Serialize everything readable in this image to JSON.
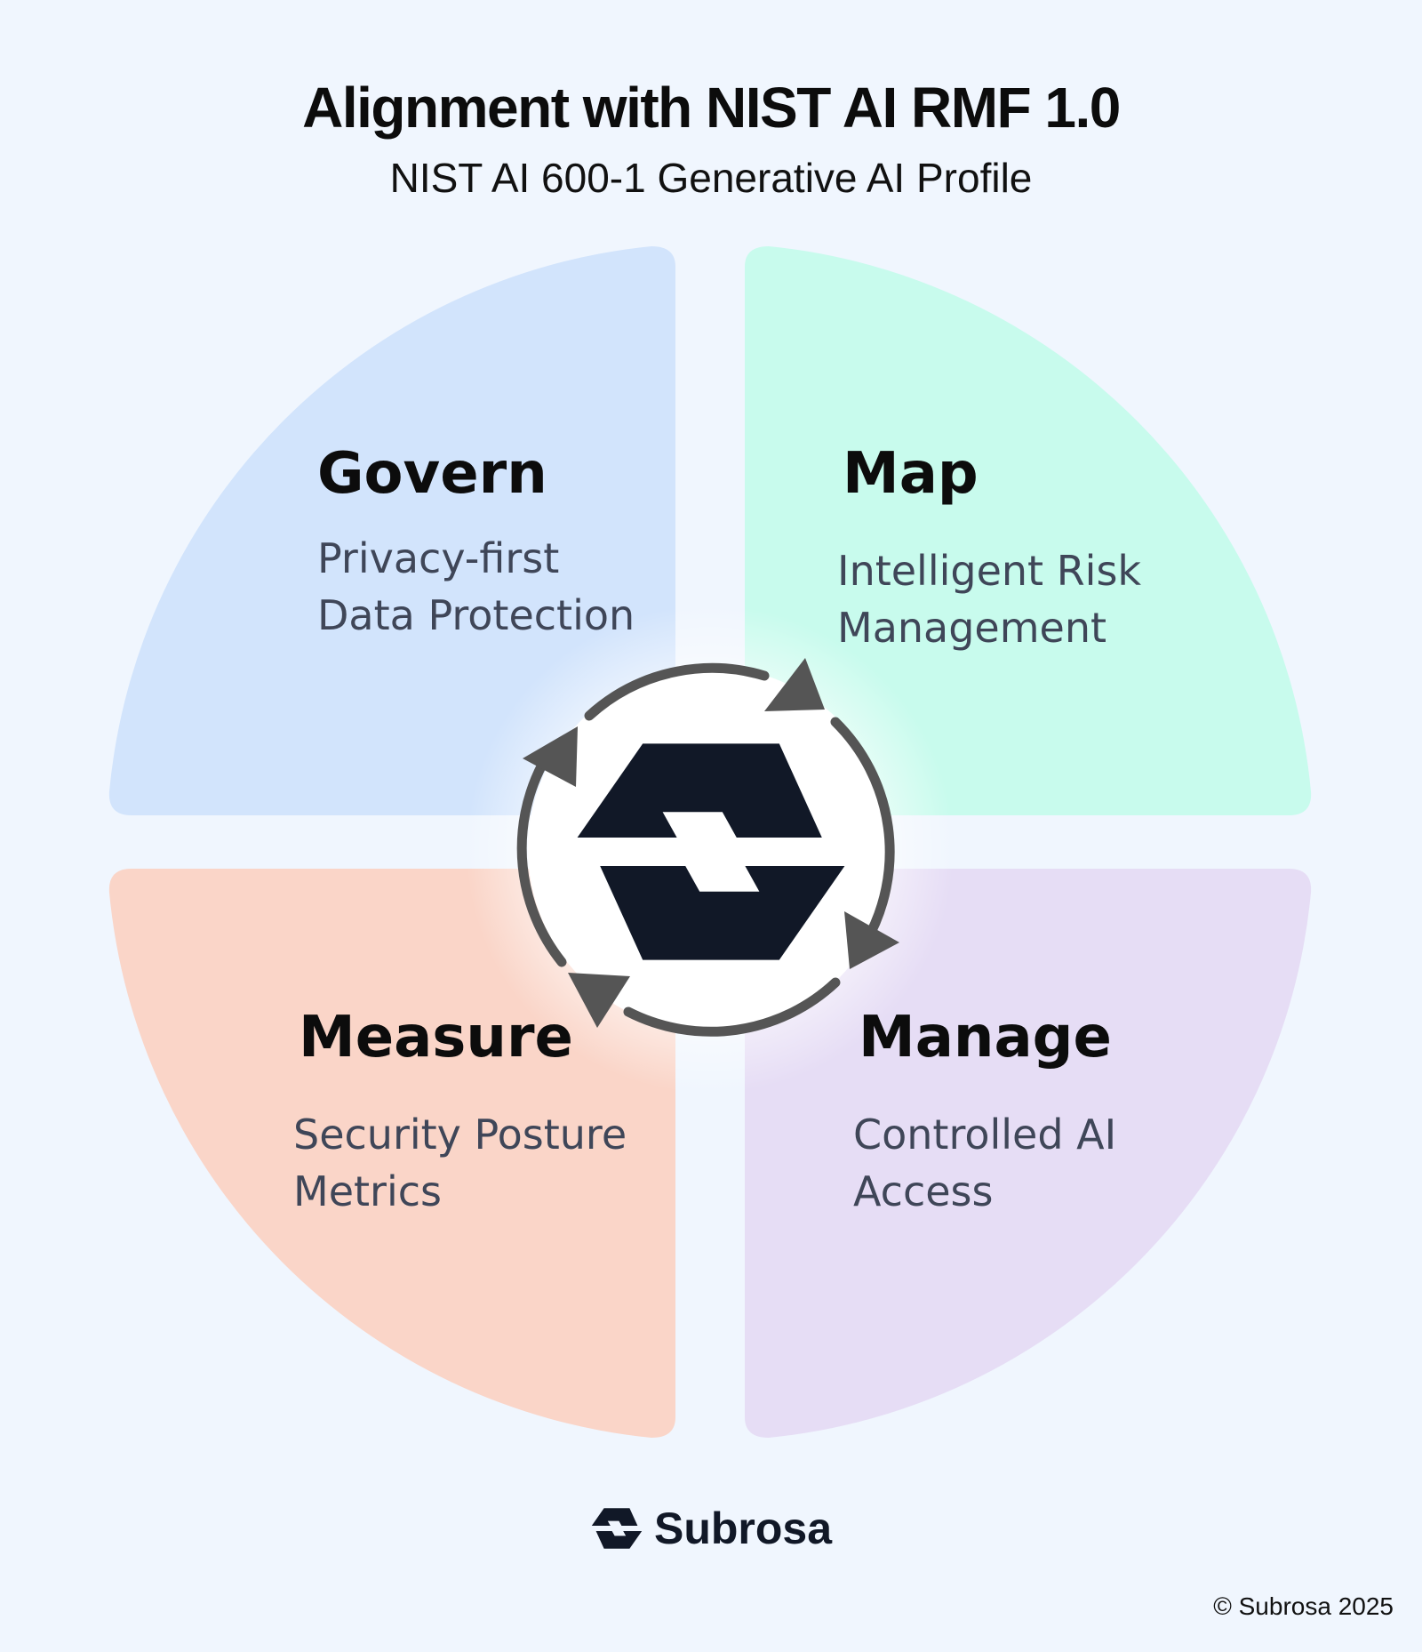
{
  "header": {
    "title": "Alignment with NIST AI RMF 1.0",
    "subtitle": "NIST AI 600-1 Generative AI Profile"
  },
  "quadrants": [
    {
      "id": "govern",
      "title": "Govern",
      "description_lines": [
        "Privacy-first",
        "Data Protection"
      ],
      "color": "#d2e4fc"
    },
    {
      "id": "map",
      "title": "Map",
      "description_lines": [
        "Intelligent Risk",
        "Management"
      ],
      "color": "#c8fbed"
    },
    {
      "id": "measure",
      "title": "Measure",
      "description_lines": [
        "Security Posture",
        "Metrics"
      ],
      "color": "#fad5c8"
    },
    {
      "id": "manage",
      "title": "Manage",
      "description_lines": [
        "Controlled AI",
        "Access"
      ],
      "color": "#e6ddf5"
    }
  ],
  "center": {
    "icon": "subrosa-logo-icon",
    "cycle_icon": "cycle-arrows-icon",
    "ring_color": "#555555",
    "logo_color": "#111827"
  },
  "footer": {
    "brand_name": "Subrosa",
    "copyright": "© Subrosa 2025"
  },
  "colors": {
    "background": "#f0f6fe",
    "text_dark": "#0c0c0c",
    "text_muted": "#3f4658"
  }
}
